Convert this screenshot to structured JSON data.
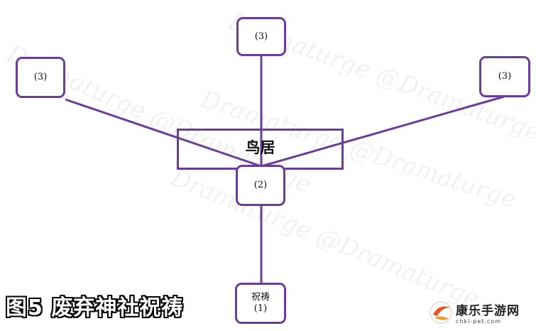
{
  "diagram": {
    "torii_label": "鸟居",
    "nodes": {
      "top": "(3)",
      "left": "(3)",
      "right": "(3)",
      "center": "(2)",
      "bottom_line1": "祝祷",
      "bottom_line2": "(1)"
    }
  },
  "watermark_text": "Dramaturge @Dramaturge",
  "caption": "图5 废弃神社祝祷",
  "logo": {
    "name": "康乐手游网",
    "url": "chkl-pet.com"
  },
  "colors": {
    "line": "#6a3d9a",
    "caption_fill": "#ffffff",
    "caption_outline": "#000000",
    "logo_accent": "#e8541e"
  }
}
